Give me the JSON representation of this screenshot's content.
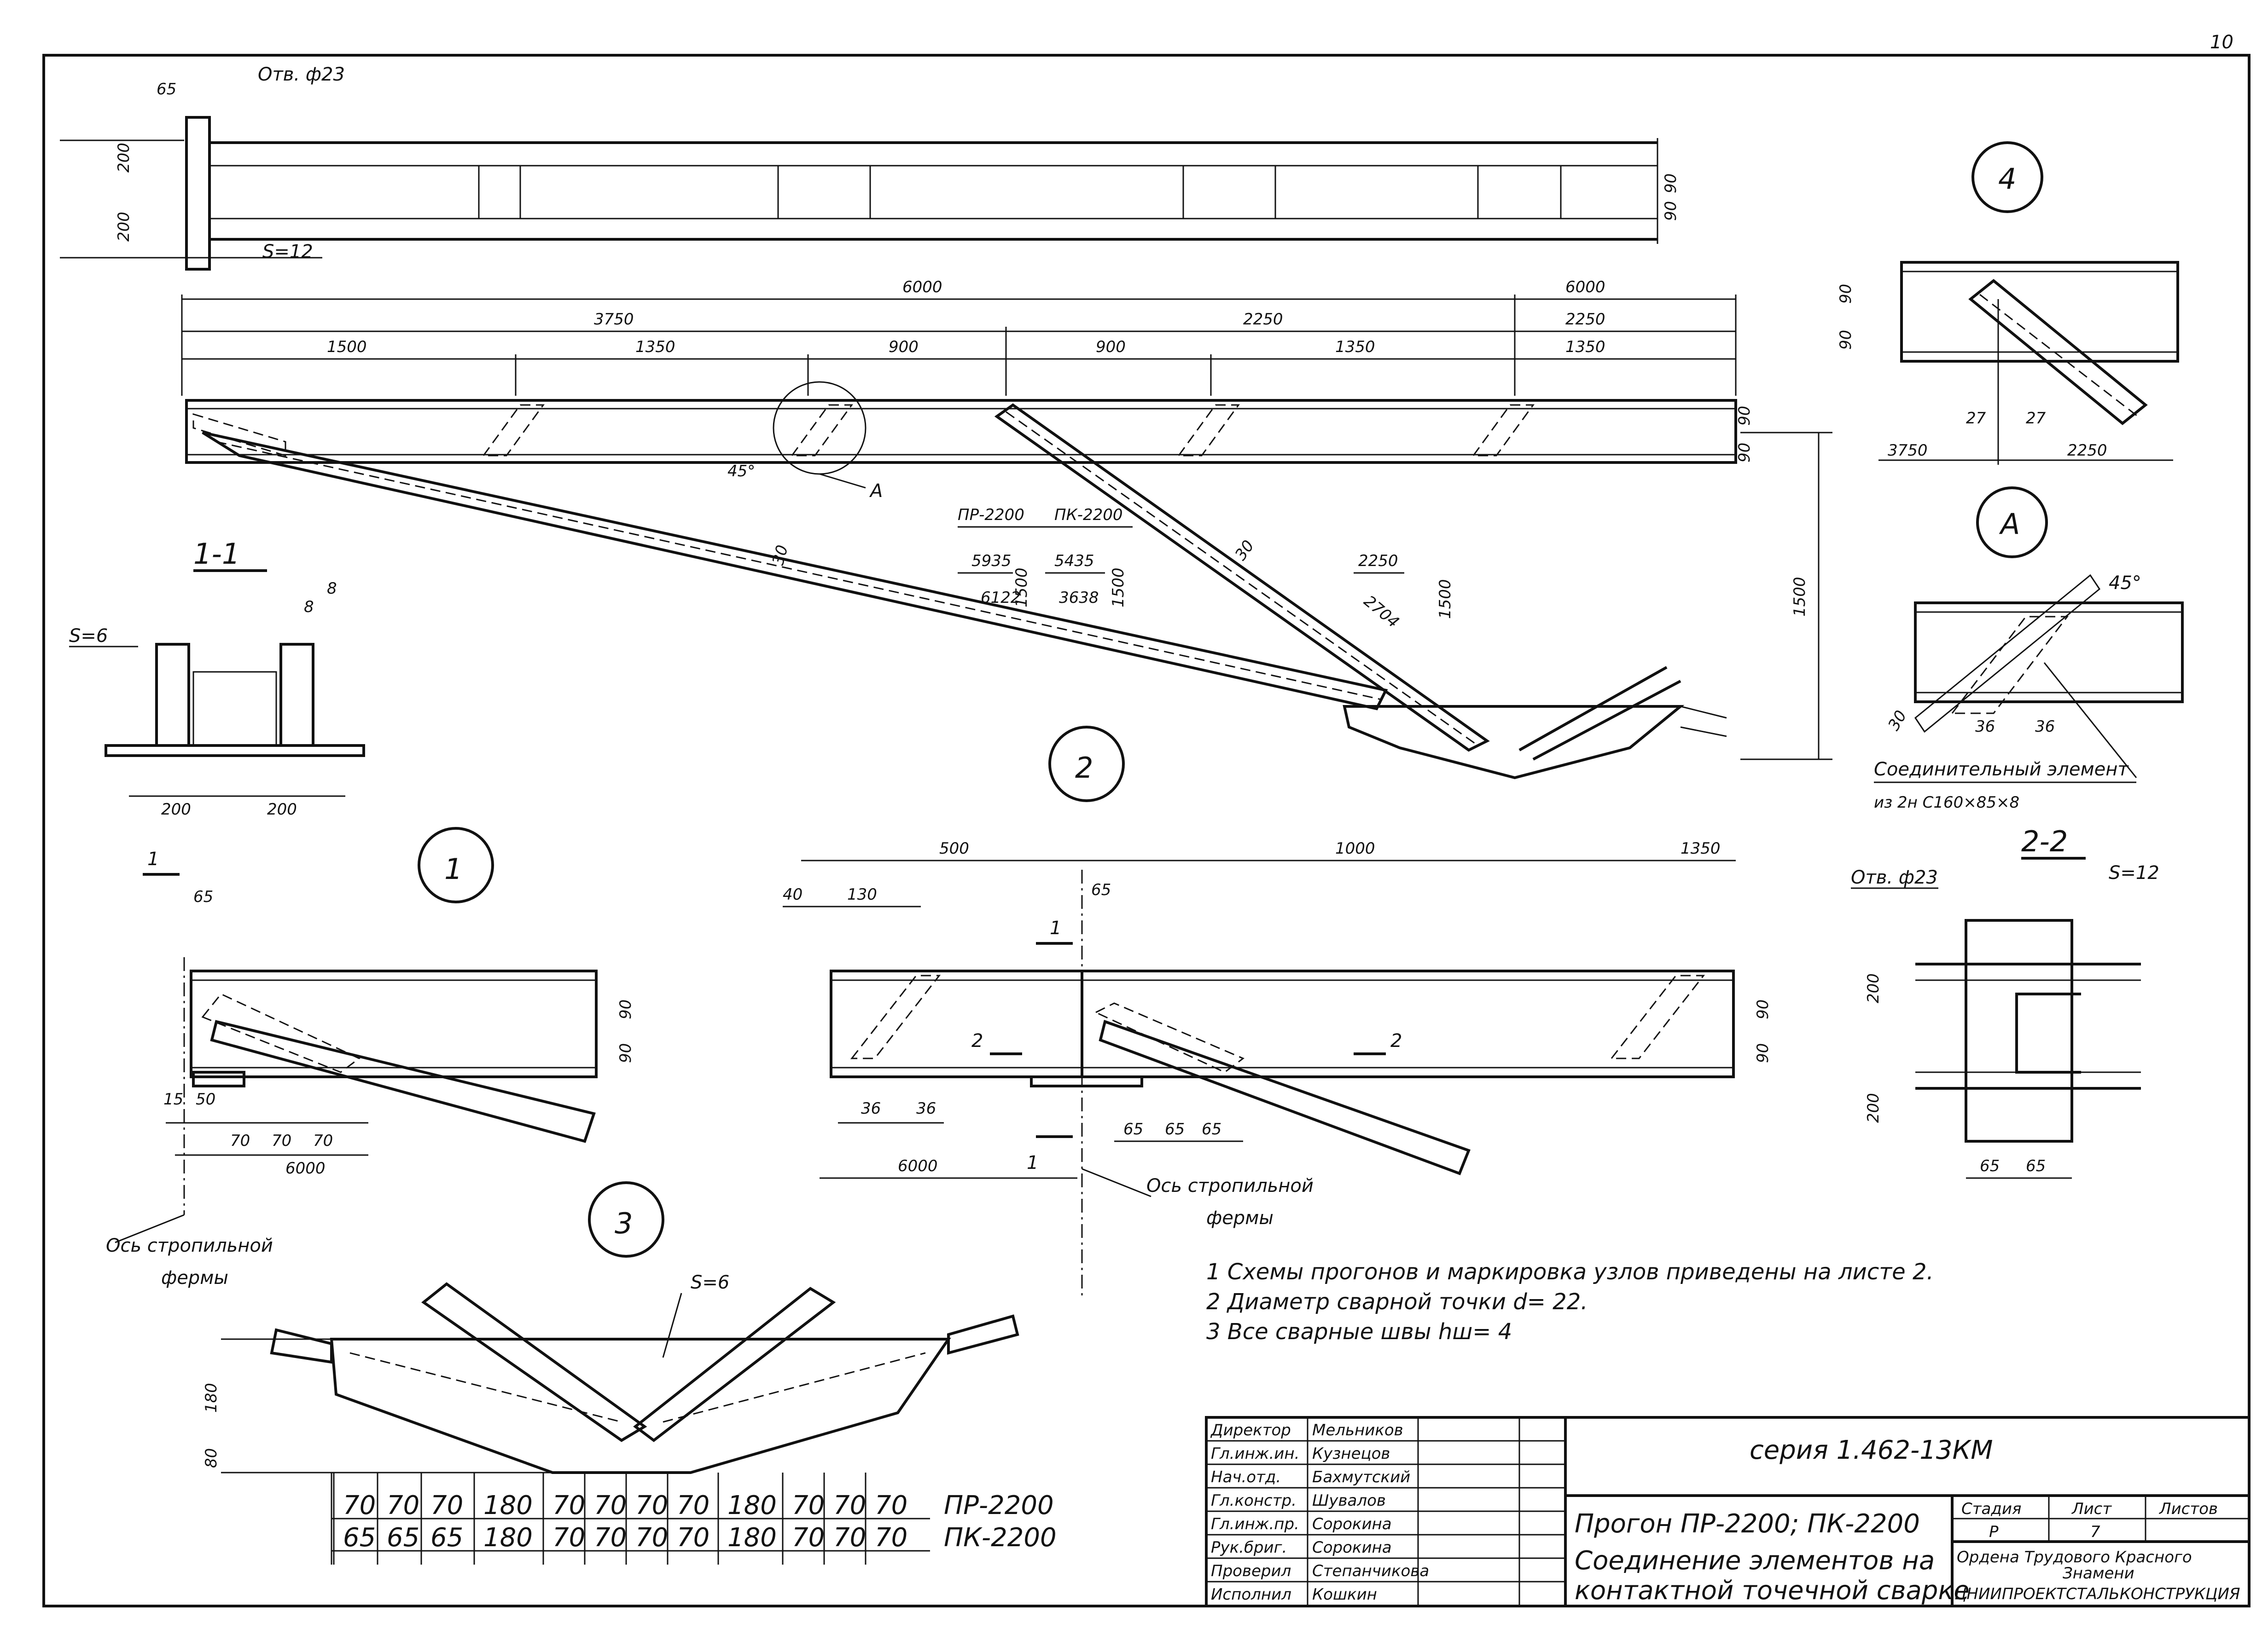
{
  "page": {
    "number": "10"
  },
  "top_view": {
    "dims": [
      "65",
      "200",
      "200",
      "90",
      "90"
    ],
    "hole_label": "Отв. ф23",
    "plate_label": "S=12"
  },
  "section_1_1": {
    "title": "1-1",
    "dims_total": [
      "6000",
      "6000"
    ],
    "dims_mid": [
      "3750",
      "2250",
      "2250"
    ],
    "dims_parts": [
      "1500",
      "1350",
      "900",
      "900",
      "1350",
      "1350"
    ],
    "angle": "45°",
    "detail_ref": "А",
    "height": "1500",
    "right_dims": [
      "90",
      "90"
    ],
    "brace_width": [
      "30",
      "30"
    ],
    "table_headers": [
      "ПР-2200",
      "ПК-2200"
    ],
    "pr_vals": [
      "5935",
      "6122",
      "1500"
    ],
    "pk_vals": [
      "5435",
      "3638",
      "1500"
    ],
    "right_brace": [
      "2250",
      "2704",
      "1500"
    ]
  },
  "section_small": {
    "plate_label": "S=6",
    "weld": [
      "8",
      "8"
    ],
    "dims": [
      "200",
      "200"
    ]
  },
  "detail_1": {
    "circle": "1",
    "cut_label": "1",
    "dims_top": [
      "65"
    ],
    "dims_side": [
      "90",
      "90"
    ],
    "dims_bottom": [
      "15",
      "50",
      "70",
      "70",
      "70",
      "6000"
    ],
    "axis_label": "Ось стропильной",
    "axis_label2": "фермы"
  },
  "detail_2": {
    "circle": "2",
    "dims_top": [
      "500",
      "1000",
      "1350"
    ],
    "dims_second": [
      "40",
      "130",
      "65"
    ],
    "dims_side": [
      "90",
      "90"
    ],
    "dims_bottom": [
      "36",
      "36",
      "65",
      "65",
      "65",
      "6000"
    ],
    "cut_labels": [
      "1",
      "1",
      "2",
      "2"
    ],
    "axis_label": "Ось стропильной",
    "axis_label2": "фермы"
  },
  "detail_3": {
    "circle": "3",
    "plate_label": "S=6",
    "side_dims": [
      "180",
      "80"
    ],
    "row_pr": [
      "70",
      "70",
      "70",
      "180",
      "70",
      "70",
      "70",
      "70",
      "180",
      "70",
      "70",
      "70"
    ],
    "row_pk": [
      "65",
      "65",
      "65",
      "180",
      "70",
      "70",
      "70",
      "70",
      "180",
      "70",
      "70",
      "70"
    ],
    "label_pr": "ПР-2200",
    "label_pk": "ПК-2200"
  },
  "detail_4": {
    "circle": "4",
    "dims_side": [
      "90",
      "90"
    ],
    "dims_bottom": [
      "27",
      "27",
      "3750",
      "2250"
    ]
  },
  "detail_A": {
    "circle": "А",
    "angle": "45°",
    "dims": [
      "30",
      "36",
      "36"
    ],
    "caption": "Соединительный элемент",
    "caption2": "из 2н С160×85×8"
  },
  "section_2_2": {
    "title": "2-2",
    "hole_label": "Отв. ф23",
    "plate_label": "S=12",
    "dims_side": [
      "200",
      "200"
    ],
    "dims_bottom": [
      "65",
      "65"
    ]
  },
  "notes": [
    "1  Схемы прогонов и маркировка узлов приведены на листе 2.",
    "2  Диаметр сварной точки d= 22.",
    "3  Все сварные швы hш= 4"
  ],
  "title_block": {
    "series": "серия 1.462-13КМ",
    "roles": [
      "Директор",
      "Гл.инж.ин.",
      "Нач.отд.",
      "Гл.констр.",
      "Гл.инж.пр.",
      "Рук.бриг.",
      "Проверил",
      "Исполнил"
    ],
    "names": [
      "Мельников",
      "Кузнецов",
      "Бахмутский",
      "Шувалов",
      "Сорокина",
      "Сорокина",
      "Степанчикова",
      "Кошкин"
    ],
    "drawing_title": "Прогон ПР-2200; ПК-2200",
    "drawing_subtitle": "Соединение элементов на",
    "drawing_subtitle2": "контактной точечной сварке",
    "stage_header": "Стадия",
    "sheet_header": "Лист",
    "sheets_header": "Листов",
    "stage_value": "Р",
    "sheet_value": "7",
    "sheets_value": "",
    "org_line1": "Ордена Трудового Красного",
    "org_line2": "Знамени",
    "org_line3": "ЦНИИПРОЕКТСТАЛЬКОНСТРУКЦИЯ"
  }
}
